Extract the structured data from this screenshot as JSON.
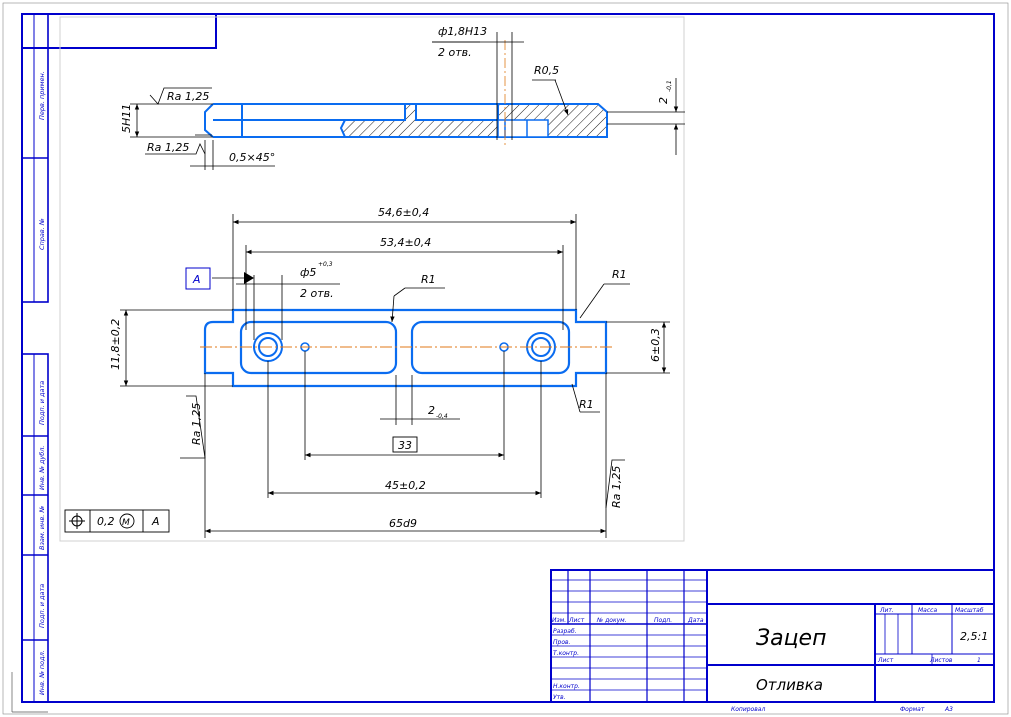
{
  "drawing": {
    "title": "Зацеп",
    "material": "Отливка",
    "scale": "2,5:1",
    "format_label": "Формат",
    "format_value": "А3",
    "copied_label": "Копировал",
    "sheet_label": "Лист",
    "sheets_label": "Листов",
    "sheets_value": "1"
  },
  "title_block": {
    "headers": {
      "izm": "Изм.",
      "list": "Лист",
      "doc_no": "№ докум.",
      "sign": "Подп.",
      "date": "Дата",
      "lit": "Лит.",
      "mass": "Масса",
      "scale": "Масштаб"
    },
    "roles": [
      "Разраб.",
      "Пров.",
      "Т.контр.",
      "Н.контр.",
      "Утв."
    ]
  },
  "left_strip": [
    "Перв. примен.",
    "Справ. №",
    "Подп. и дата",
    "Инв. № дубл.",
    "Взам. инв. №",
    "Подп. и дата",
    "Инв. № подл."
  ],
  "dimensions": {
    "hole_small": "ф1,8Н13",
    "holes_count_1": "2 отв.",
    "r05": "R0,5",
    "h2": "2",
    "h2_tol": "-0,1",
    "thk": "5Н11",
    "ra_top": "Ra 1,25",
    "ra_mid": "Ra 1,25",
    "chamfer": "0,5×45°",
    "len_546": "54,6±0,4",
    "len_534": "53,4±0,4",
    "datum": "А",
    "hole_large": "ф5",
    "hole_large_tol": "+0,3",
    "holes_count_2": "2 отв.",
    "r1_a": "R1",
    "r1_b": "R1",
    "r1_c": "R1",
    "h118": "11,8±0,2",
    "h6": "6±0,3",
    "gap2": "2",
    "gap2_tol": "-0,4",
    "box33": "33",
    "len45": "45±0,2",
    "len65": "65d9",
    "ra_left": "Ra 1,25",
    "ra_right": "Ra 1,25",
    "tol_value": "0,2",
    "tol_mod": "М",
    "tol_datum": "А"
  },
  "colors": {
    "frame": "#0000cc",
    "outline": "#0a6cf0",
    "dim": "#000000",
    "axis": "#e07a1a"
  }
}
